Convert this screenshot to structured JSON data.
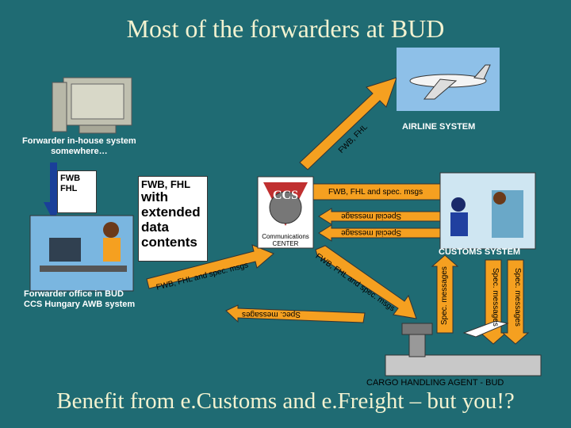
{
  "title": "Most of the forwarders at BUD",
  "footer": "Benefit from e.Customs and e.Freight – but you!?",
  "nodes": {
    "forwarder_inhouse": "Forwarder in-house system\nsomewhere…",
    "airline": "AIRLINE SYSTEM",
    "forwarder_office": "Forwarder office in BUD\nCCS Hungary AWB system",
    "comm_center": "Communications\nCENTER",
    "customs": "CUSTOMS SYSTEM",
    "cargo_agent": "CARGO HANDLING AGENT - BUD",
    "ccs_logo": "CCS"
  },
  "cards": {
    "fwb_fhl_small": "FWB\nFHL",
    "extended_top": "FWB, FHL",
    "extended_body": "with\nextended\ndata\ncontents"
  },
  "arrows": {
    "to_airline": "FWB, FHL",
    "to_customs": "FWB, FHL and spec. msgs",
    "from_customs_1": "Special message",
    "from_customs_2": "Special message",
    "office_to_center": "FWB, FHL and spec. msgs",
    "center_to_agent": "FWB, FHL and spec. msgs",
    "agent_to_office": "Spec. messages",
    "customs_agent_1": "Spec. messages",
    "customs_agent_2": "Spec. messages",
    "agent_to_customs": "Spec. messages"
  }
}
